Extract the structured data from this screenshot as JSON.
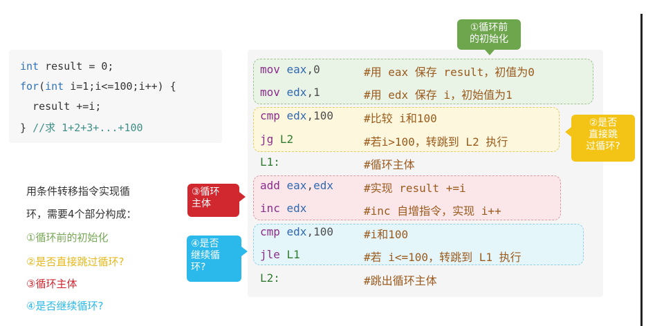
{
  "c_code": {
    "line1": {
      "kw": "int",
      "rest": " result = 0;"
    },
    "line2": {
      "kw1": "for",
      "p1": "(",
      "kw2": "int",
      "rest": " i=1;i<=100;i++) {"
    },
    "line3": "  result +=i;",
    "line4": {
      "brace": "} ",
      "comment": "//求 1+2+3+...+100"
    }
  },
  "description": {
    "line1": "用条件转移指令实现循",
    "line2": "环，需要4个部分构成：",
    "steps": [
      {
        "text": "①循环前的初始化",
        "color": "#76a854"
      },
      {
        "text": "②是否直接跳过循环?",
        "color": "#e6b81a"
      },
      {
        "text": "③循环主体",
        "color": "#d1272f"
      },
      {
        "text": "④是否继续循环?",
        "color": "#2ab9ea"
      }
    ]
  },
  "asm": [
    {
      "op": "mov",
      "args": [
        {
          "t": "eax",
          "c": "reg"
        },
        {
          "t": ",0",
          "c": "num"
        }
      ],
      "comment": "#用 eax 保存 result，初值为0"
    },
    {
      "op": "mov",
      "args": [
        {
          "t": "edx",
          "c": "reg"
        },
        {
          "t": ",1",
          "c": "num"
        }
      ],
      "comment": "#用 edx 保存 i，初始值为1"
    },
    {
      "op": "cmp",
      "args": [
        {
          "t": "edx",
          "c": "reg"
        },
        {
          "t": ",100",
          "c": "num"
        }
      ],
      "comment": "#比较 i和100"
    },
    {
      "op": "jg",
      "args": [
        {
          "t": "L2",
          "c": "lbl"
        }
      ],
      "comment": "#若i>100，转跳到 L2 执行"
    },
    {
      "label": "L1:",
      "comment": "#循环主体"
    },
    {
      "op": "add",
      "args": [
        {
          "t": "eax",
          "c": "reg"
        },
        {
          "t": ",",
          "c": "num"
        },
        {
          "t": "edx",
          "c": "reg"
        }
      ],
      "comment": "#实现 result +=i"
    },
    {
      "op": "inc",
      "args": [
        {
          "t": "edx",
          "c": "reg"
        }
      ],
      "comment": "#inc 自增指令，实现 i++"
    },
    {
      "op": "cmp",
      "args": [
        {
          "t": "edx",
          "c": "reg"
        },
        {
          "t": ",100",
          "c": "num"
        }
      ],
      "comment": "#i和100"
    },
    {
      "op": "jle",
      "args": [
        {
          "t": "L1",
          "c": "lbl"
        }
      ],
      "comment": "#若 i<=100，转跳到 L1 执行"
    },
    {
      "label": "L2:",
      "comment": "#跳出循环主体"
    }
  ],
  "callouts": {
    "green": {
      "line1": "①循环前",
      "line2": "的初始化"
    },
    "yellow": {
      "line1": "②是否",
      "line2": "直接跳",
      "line3": "过循环?"
    },
    "red": {
      "line1": "③循环",
      "line2": "主体"
    },
    "blue": {
      "line1": "④是否",
      "line2": "继续循",
      "line3": "环?"
    }
  },
  "colors": {
    "keyword": "#2f73b8",
    "opcode": "#8a2d8a",
    "register": "#2f68b0",
    "label": "#2f7a2f",
    "comment": "#9a5a1c"
  }
}
